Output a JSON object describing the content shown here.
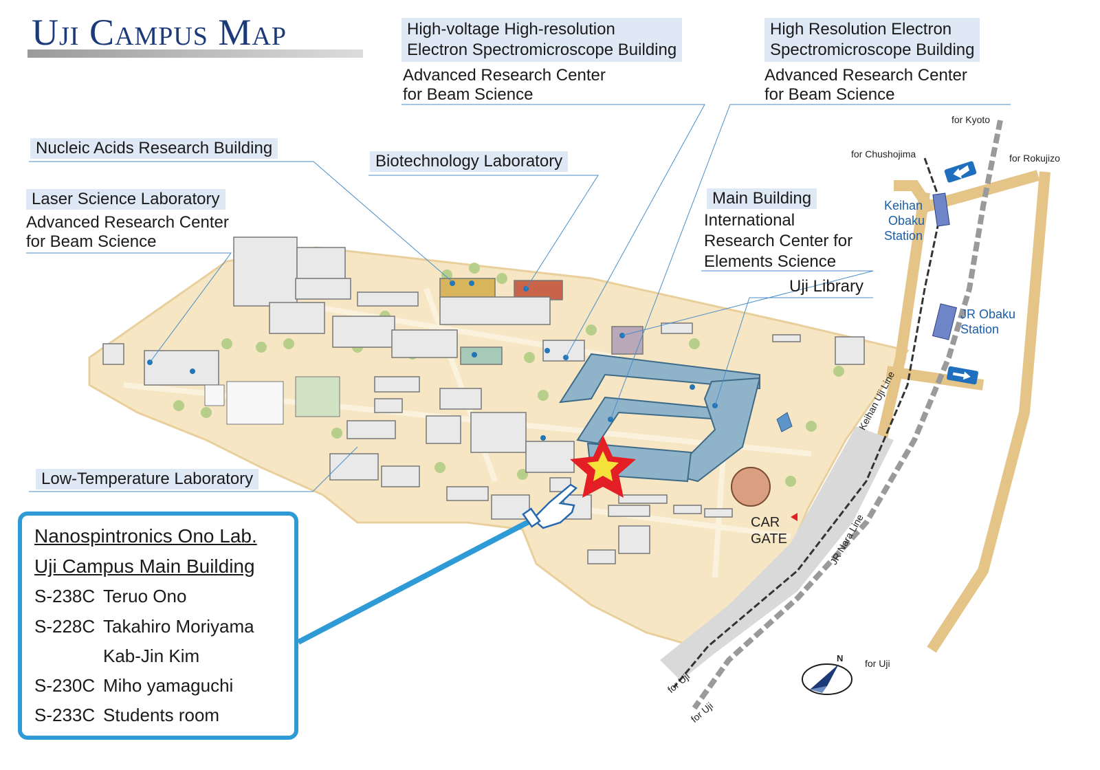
{
  "title": "Uji Campus Map",
  "buildings": {
    "high_voltage": {
      "name": "High-voltage High-resolution Electron Spectromicroscope Building",
      "line1": "High-voltage High-resolution",
      "line2": "Electron Spectromicroscope Building",
      "sub1": "Advanced Research Center",
      "sub2": "for Beam Science"
    },
    "high_resolution": {
      "line1": "High Resolution Electron",
      "line2": "Spectromicroscope Building",
      "sub1": "Advanced Research Center",
      "sub2": "for Beam Science"
    },
    "nucleic": {
      "label": "Nucleic Acids Research Building"
    },
    "biotech": {
      "label": "Biotechnology Laboratory"
    },
    "laser": {
      "label": "Laser Science Laboratory",
      "sub1": "Advanced Research Center",
      "sub2": "for Beam Science"
    },
    "main": {
      "label": "Main Building",
      "sub1": "International",
      "sub2": "Research Center for",
      "sub3": "Elements Science"
    },
    "library": {
      "label": "Uji Library"
    },
    "low_temp": {
      "label": "Low-Temperature Laboratory"
    }
  },
  "directions": {
    "kyoto": "for Kyoto",
    "chushojima": "for Chushojima",
    "rokujizo": "for Rokujizo",
    "uji_a": "for Uji",
    "uji_b": "for Uji",
    "uji_c": "for Uji"
  },
  "stations": {
    "keihan": {
      "l1": "Keihan",
      "l2": "Obaku",
      "l3": "Station"
    },
    "jr": {
      "l1": "JR Obaku",
      "l2": "Station"
    }
  },
  "lines": {
    "keihan": "Keihan Uji Line",
    "jr": "JR Nara Line"
  },
  "gate": {
    "l1": "CAR",
    "l2": "GATE"
  },
  "compass": {
    "north": "N"
  },
  "info": {
    "heading1": "Nanospintronics Ono Lab.",
    "heading2": "Uji Campus Main Building",
    "rows": [
      {
        "room": "S-238C",
        "name": "Teruo Ono"
      },
      {
        "room": "S-228C",
        "name": "Takahiro Moriyama"
      },
      {
        "room": "",
        "name": "Kab-Jin Kim"
      },
      {
        "room": "S-230C",
        "name": "Miho yamaguchi"
      },
      {
        "room": "S-233C",
        "name": "Students room"
      }
    ]
  },
  "colors": {
    "ground": "#f6e6c4",
    "building": "#e9e9e9",
    "main_building": "#8fb3c9",
    "tree": "#b7cf8a",
    "road": "#e4c587",
    "box": "#2e9ad6",
    "star": "#e31e24",
    "star_inner": "#f5e33b"
  }
}
